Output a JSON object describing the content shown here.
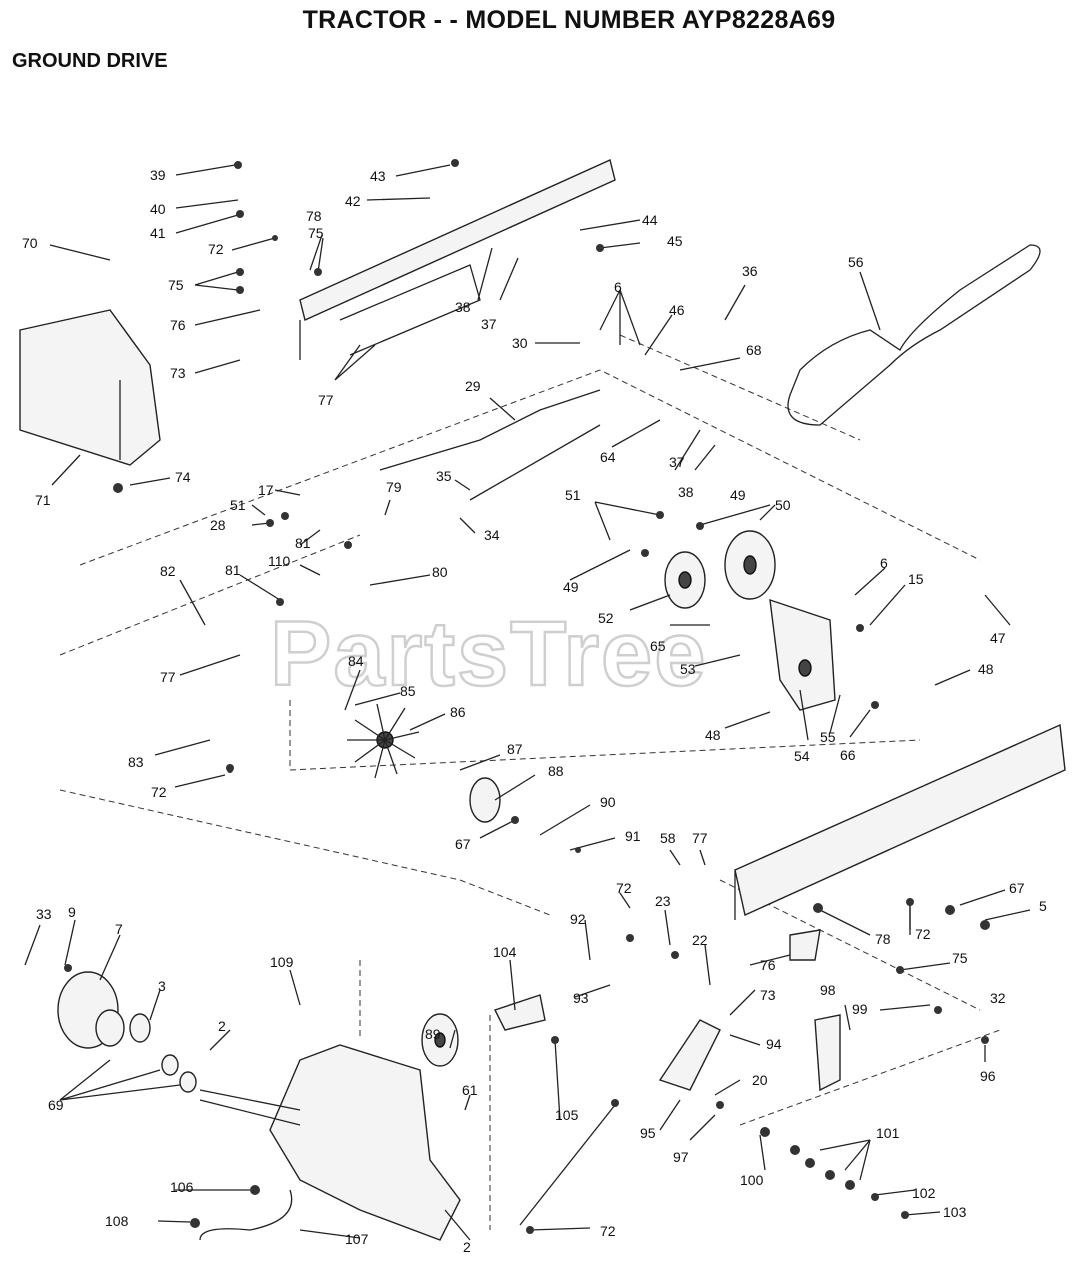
{
  "header": {
    "title": "TRACTOR - - MODEL NUMBER AYP8228A69",
    "subtitle": "GROUND DRIVE"
  },
  "watermark": "PartsTree",
  "callouts": [
    "39",
    "40",
    "41",
    "43",
    "42",
    "44",
    "45",
    "70",
    "72",
    "78",
    "75",
    "75",
    "76",
    "73",
    "77",
    "38",
    "37",
    "36",
    "6",
    "46",
    "30",
    "68",
    "56",
    "29",
    "64",
    "37",
    "38",
    "71",
    "74",
    "17",
    "79",
    "35",
    "51",
    "28",
    "34",
    "51",
    "49",
    "50",
    "81",
    "110",
    "80",
    "49",
    "6",
    "15",
    "82",
    "81",
    "52",
    "65",
    "47",
    "53",
    "77",
    "84",
    "48",
    "85",
    "48",
    "54",
    "55",
    "66",
    "86",
    "83",
    "87",
    "72",
    "88",
    "90",
    "67",
    "91",
    "58",
    "77",
    "72",
    "67",
    "5",
    "33",
    "9",
    "7",
    "109",
    "92",
    "23",
    "22",
    "78",
    "72",
    "104",
    "76",
    "75",
    "3",
    "93",
    "98",
    "99",
    "32",
    "73",
    "2",
    "94",
    "89",
    "61",
    "20",
    "96",
    "69",
    "105",
    "95",
    "97",
    "100",
    "101",
    "106",
    "102",
    "72",
    "108",
    "107",
    "2",
    "103"
  ]
}
